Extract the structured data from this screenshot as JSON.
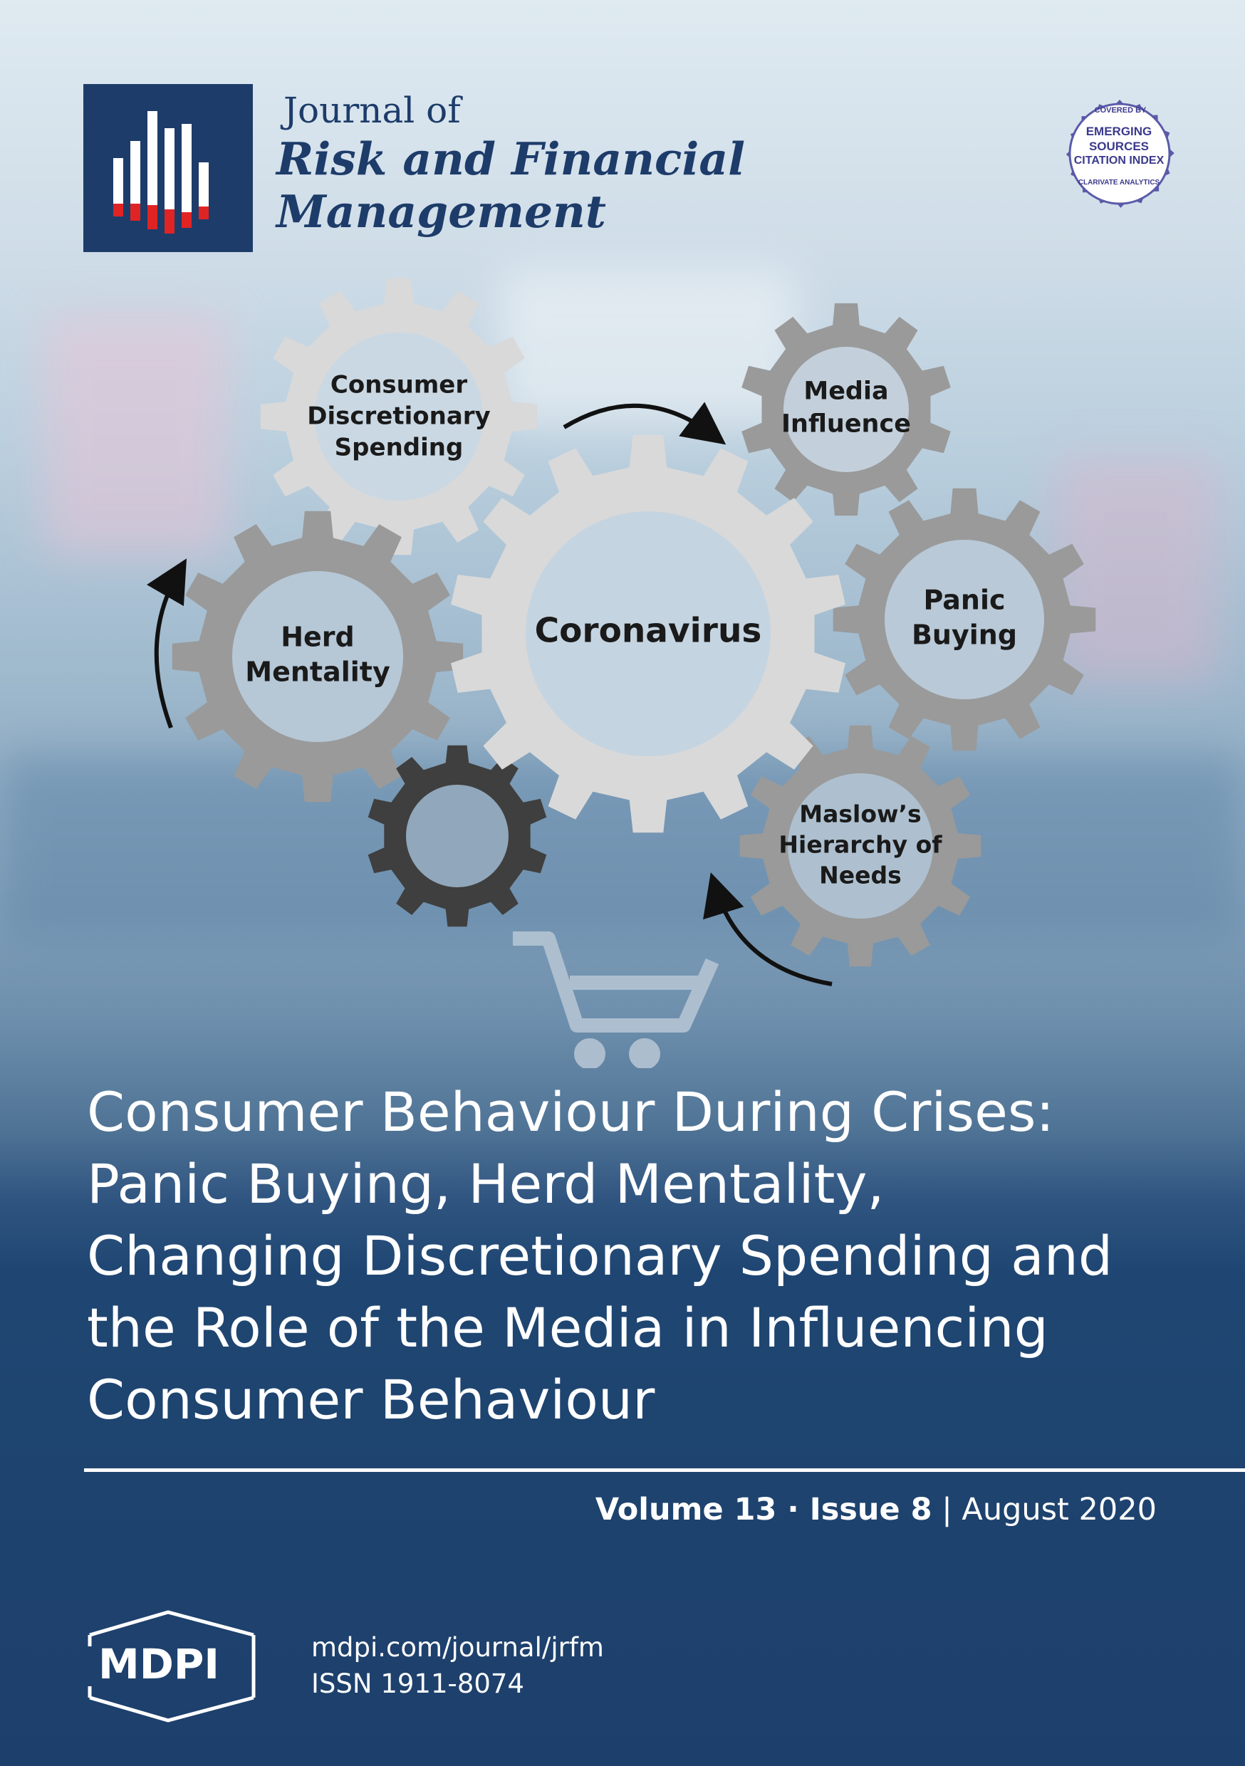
{
  "journal": {
    "name_line1": "Journal of",
    "name_line2": "Risk and Financial",
    "name_line3": "Management"
  },
  "badge": {
    "line_top": "COVERED BY",
    "line1": "EMERGING",
    "line2": "SOURCES",
    "line3": "CITATION INDEX",
    "line_bottom": "CLARIVATE ANALYTICS",
    "color": "#5b5aa8"
  },
  "diagram": {
    "center": "Coronavirus",
    "consumer": [
      "Consumer",
      "Discretionary",
      "Spending"
    ],
    "media": [
      "Media",
      "Influence"
    ],
    "herd": [
      "Herd",
      "Mentality"
    ],
    "panic": [
      "Panic",
      "Buying"
    ],
    "maslow": [
      "Maslow’s",
      "Hierarchy of",
      "Needs"
    ]
  },
  "article_title": [
    "Consumer Behaviour During Crises:",
    "Panic Buying, Herd Mentality,",
    "Changing Discretionary Spending and",
    "the Role of the Media in Influencing",
    "Consumer Behaviour"
  ],
  "issue": {
    "volume": "Volume 13",
    "separator": " · ",
    "issue": "Issue 8",
    "divider": " | ",
    "date": "August 2020"
  },
  "publisher": {
    "logo_text": "MDPI",
    "url": "mdpi.com/journal/jrfm",
    "issn": "ISSN 1911-8074"
  },
  "colors": {
    "navy": "#1d3c6a",
    "logo_red": "#e02424",
    "gear_light": "#d9d9d9",
    "gear_mid": "#9a9a9a",
    "gear_dark": "#3f3f3f"
  }
}
